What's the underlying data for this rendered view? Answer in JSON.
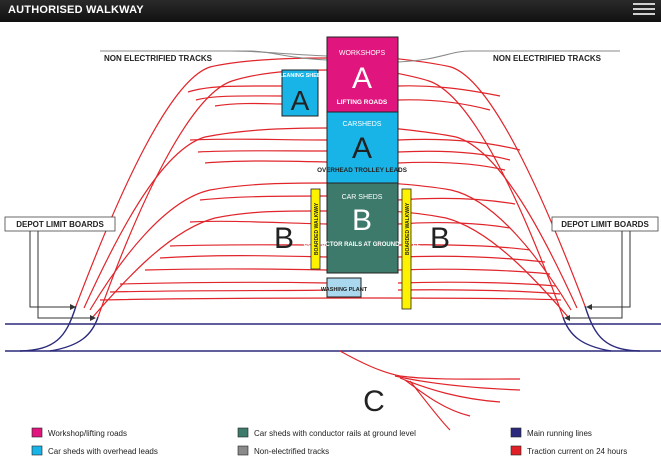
{
  "header": {
    "title": "AUTHORISED WALKWAY"
  },
  "labels": {
    "non_electrified_left": "NON ELECTRIFIED TRACKS",
    "non_electrified_right": "NON ELECTRIFIED TRACKS",
    "depot_limit_left": "DEPOT LIMIT BOARDS",
    "depot_limit_right": "DEPOT LIMIT BOARDS",
    "boarded_walkway_left": "BOARDED WALKWAY",
    "boarded_walkway_right": "BOARDED WALKWAY",
    "side_b_left": "B",
    "side_b_right": "B",
    "junction_c": "C"
  },
  "buildings": {
    "workshops": {
      "top": "WORKSHOPS",
      "letter": "A",
      "bottom": "LIFTING ROADS"
    },
    "cleaning": {
      "top": "CLEANING SHEDS",
      "letter": "A"
    },
    "carsheds": {
      "top": "CARSHEDS",
      "letter": "A",
      "bottom": "OVERHEAD TROLLEY LEADS"
    },
    "carsheds_b": {
      "top": "CAR SHEDS",
      "letter": "B",
      "bottom": "CONDUCTOR RAILS AT GROUND LEVEL"
    },
    "washing": {
      "label": "WASHING PLANT"
    }
  },
  "legend": [
    {
      "label": "Workshop/lifting roads",
      "color": "#e0157d"
    },
    {
      "label": "Car sheds with conductor rails at ground level",
      "color": "#3d7a6b"
    },
    {
      "label": "Main running lines",
      "color": "#2b2a7c"
    },
    {
      "label": "Car sheds with overhead leads",
      "color": "#18b4e8"
    },
    {
      "label": "Non-electrified tracks",
      "color": "#8a8a8a"
    },
    {
      "label": "Traction current on 24 hours",
      "color": "#e01f26"
    }
  ],
  "colors": {
    "track": "#e0252b",
    "main_line": "#2b2a7c",
    "grey_track": "#8a8a8a",
    "workshop": "#e0157d",
    "carshed": "#18b4e8",
    "carshed_b": "#3d7a6b",
    "walkway": "#fff200"
  }
}
